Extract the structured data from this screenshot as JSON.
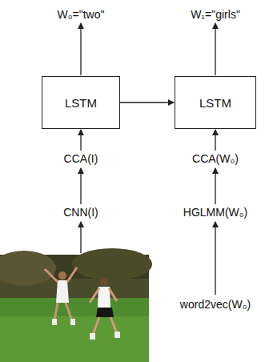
{
  "diagram": {
    "nodes": [
      {
        "text": [
          "LSTM"
        ]
      },
      {
        "text": [
          "LSTM"
        ]
      }
    ],
    "edges": [
      {
        "from": 0,
        "to": 1,
        "arrow": "to"
      }
    ],
    "labels": [
      "W₀=\"two\"",
      "W₁=\"girls\"",
      "CCA(I)",
      "CNN(I)",
      "CCA(W₀)",
      "HGLMM(W₀)",
      "word2vec(W₀)"
    ]
  }
}
